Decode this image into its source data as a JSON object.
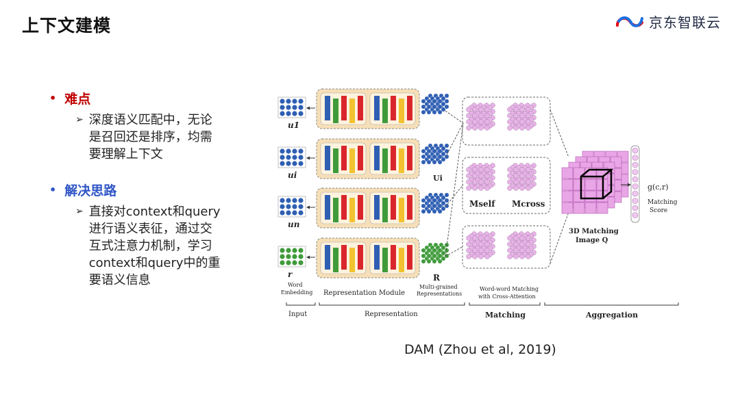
{
  "header": {
    "title": "上下文建模",
    "logo_text": "京东智联云",
    "logo_colors": [
      "#e60012",
      "#1d6fe0"
    ]
  },
  "bullets": [
    {
      "label": "难点",
      "color": "#c00000",
      "sub": [
        "深度语义匹配中，无论",
        "是召回还是排序，均需",
        "要理解上下文"
      ]
    },
    {
      "label": "解决思路",
      "color": "#2f55c7",
      "sub": [
        "直接对context和query",
        "进行语义表征，通过交",
        "互式注意力机制，学习",
        "context和query中的重",
        "要语义信息"
      ]
    }
  ],
  "diagram": {
    "input_labels": [
      "u1",
      "ui",
      "un",
      "r"
    ],
    "under_labels": {
      "word_embedding": [
        "Word",
        "Embedding"
      ],
      "representation_module": "Representation Module",
      "multi_grained": [
        "R",
        "Multi-grained",
        "Representations"
      ],
      "ui_label": "Ui",
      "m_self": "Mself",
      "m_cross": "Mcross",
      "word_word": [
        "Word-word Matching",
        "with Cross-Attention"
      ],
      "matching_image": [
        "3D Matching",
        "Image Q"
      ],
      "score_fn": "g(c,r)",
      "matching_score": [
        "Matching",
        "Score"
      ]
    },
    "sections": [
      "Input",
      "Representation",
      "Matching",
      "Aggregation"
    ],
    "colors": {
      "blue": "#2f5fb3",
      "green": "#3f9b3a",
      "pink": "#e6b5e6",
      "module": "#f6dfb8"
    }
  },
  "caption": "DAM (Zhou et al, 2019)"
}
